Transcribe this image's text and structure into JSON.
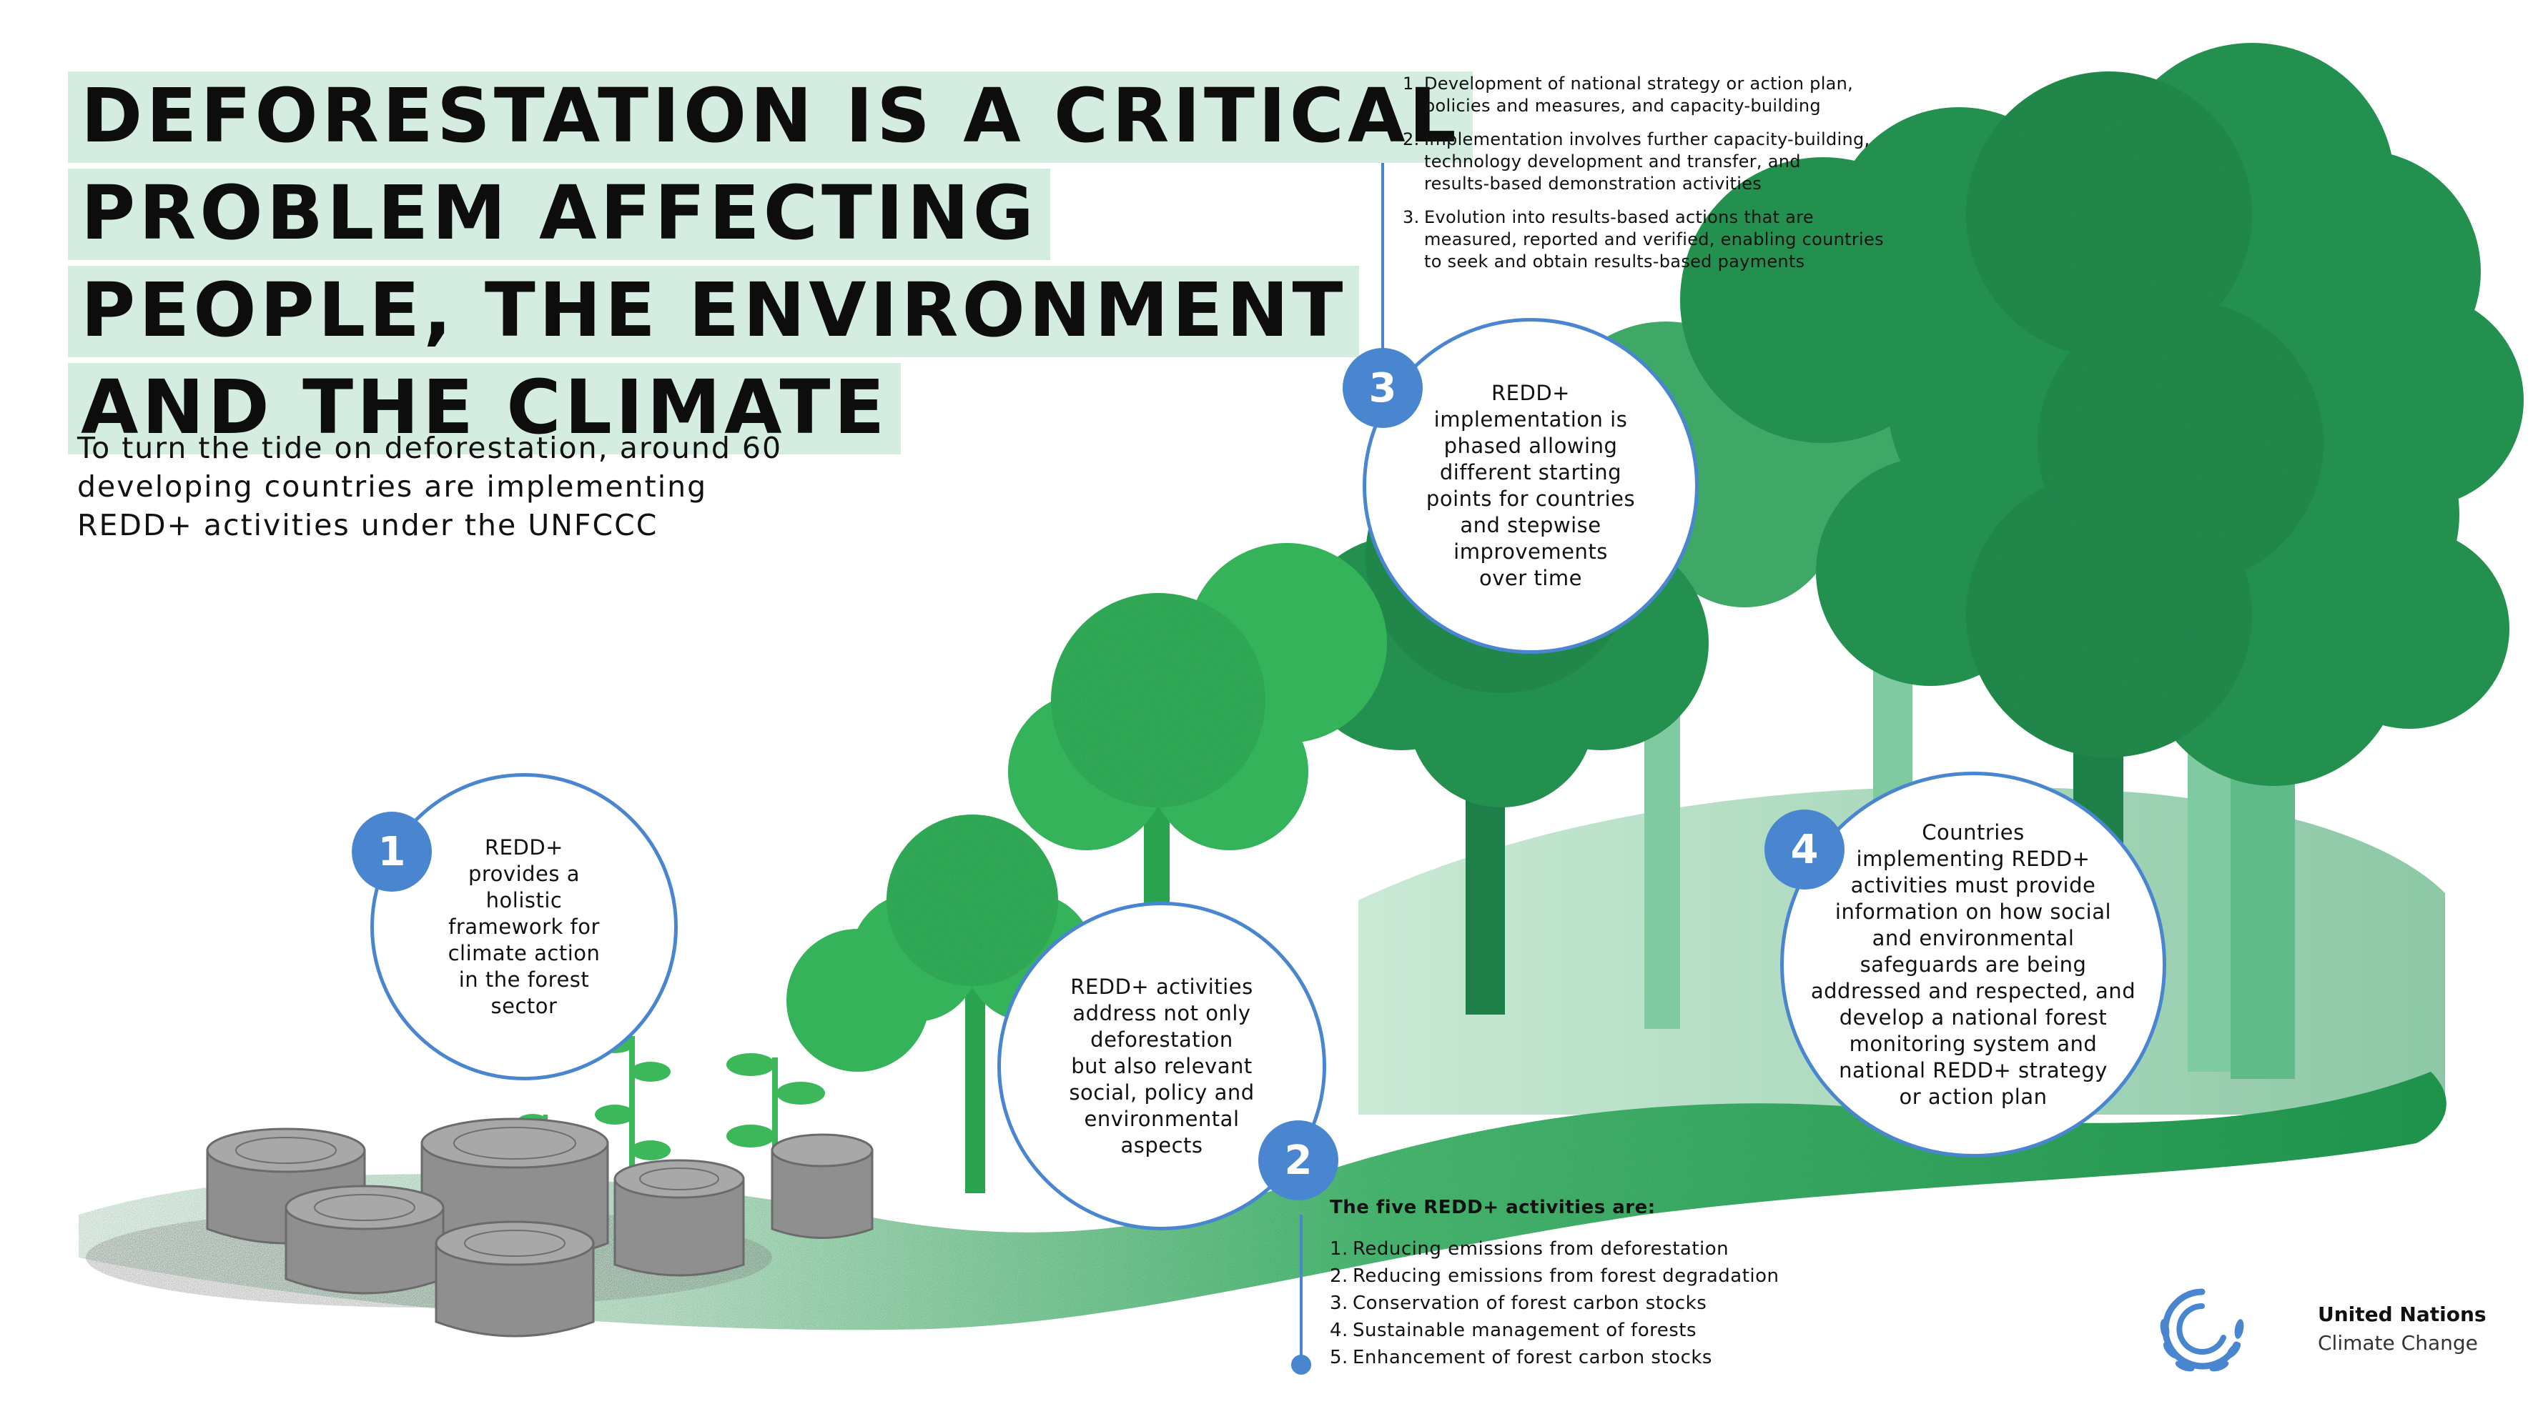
{
  "headline": {
    "lines": [
      "DEFORESTATION IS A CRITICAL",
      "PROBLEM AFFECTING",
      "PEOPLE, THE ENVIRONMENT",
      "AND THE CLIMATE"
    ]
  },
  "subtitle": {
    "lines": [
      "To turn the tide on deforestation, around 60",
      "developing countries are implementing",
      "REDD+ activities under the UNFCCC"
    ]
  },
  "steps": [
    {
      "number": "1",
      "lines": [
        "REDD+",
        "provides a",
        "holistic",
        "framework for",
        "climate action",
        "in the forest",
        "sector"
      ]
    },
    {
      "number": "2",
      "lines": [
        "REDD+ activities",
        "address not only",
        "deforestation",
        "but also relevant",
        "social, policy and",
        "environmental",
        "aspects"
      ]
    },
    {
      "number": "3",
      "lines": [
        "REDD+",
        "implementation is",
        "phased allowing",
        "different starting",
        "points for countries",
        "and stepwise",
        "improvements",
        "over time"
      ]
    },
    {
      "number": "4",
      "lines": [
        "Countries",
        "implementing REDD+",
        "activities must provide",
        "information on how social",
        "and environmental",
        "safeguards are being",
        "addressed and respected, and",
        "develop a national forest",
        "monitoring system and",
        "national REDD+ strategy",
        "or action plan"
      ]
    }
  ],
  "phases": [
    {
      "n": "1.",
      "lines": [
        "Development of national strategy or action plan,",
        "policies and measures, and capacity-building"
      ]
    },
    {
      "n": "2.",
      "lines": [
        "Implementation involves further capacity-building,",
        "technology development and transfer, and",
        "results-based demonstration activities"
      ]
    },
    {
      "n": "3.",
      "lines": [
        "Evolution into results-based actions that are",
        "measured, reported and verified, enabling countries",
        "to seek and obtain results-based payments"
      ]
    }
  ],
  "activities": {
    "heading": "The five REDD+ activities are:",
    "items": [
      {
        "n": "1.",
        "text": "Reducing emissions from deforestation"
      },
      {
        "n": "2.",
        "text": "Reducing emissions from forest degradation"
      },
      {
        "n": "3.",
        "text": "Conservation of forest carbon stocks"
      },
      {
        "n": "4.",
        "text": "Sustainable management of forests"
      },
      {
        "n": "5.",
        "text": "Enhancement of forest carbon stocks"
      }
    ]
  },
  "logo": {
    "line1": "United Nations",
    "line2": "Climate Change"
  },
  "colors": {
    "accent_blue": "#4a86d0",
    "headline_bg": "#d5ece1",
    "forest_dark": "#1f8a4c",
    "forest_mid": "#2da94f",
    "forest_light": "#6cc48f",
    "stump_grey": "#8f8f8f"
  }
}
